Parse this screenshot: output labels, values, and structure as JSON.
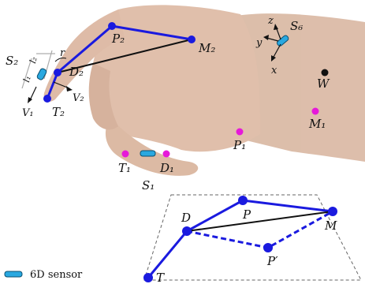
{
  "hand_labels": {
    "S2": "S₂",
    "l1": "l₁",
    "l2": "l₂",
    "r": "r",
    "P2": "P₂",
    "M2": "M₂",
    "D2": "D₂",
    "V1": "V₁",
    "V2": "V₂",
    "T2": "T₂",
    "S6": "S₆",
    "z": "z",
    "y": "y",
    "x": "x",
    "W": "W",
    "M1": "M₁",
    "P1": "P₁",
    "T1": "T₁",
    "D1": "D₁",
    "S1": "S₁"
  },
  "inset_labels": {
    "D": "D",
    "P": "P",
    "M": "M",
    "P_prime": "P′",
    "T": "T"
  },
  "legend": {
    "sensor_label": "6D sensor"
  },
  "colors": {
    "joint_blue": "#1a1adf",
    "marker_magenta": "#e619d9",
    "sensor_cyan": "#29a8e0",
    "skin": "#d9b29a",
    "link_black": "#111111"
  }
}
